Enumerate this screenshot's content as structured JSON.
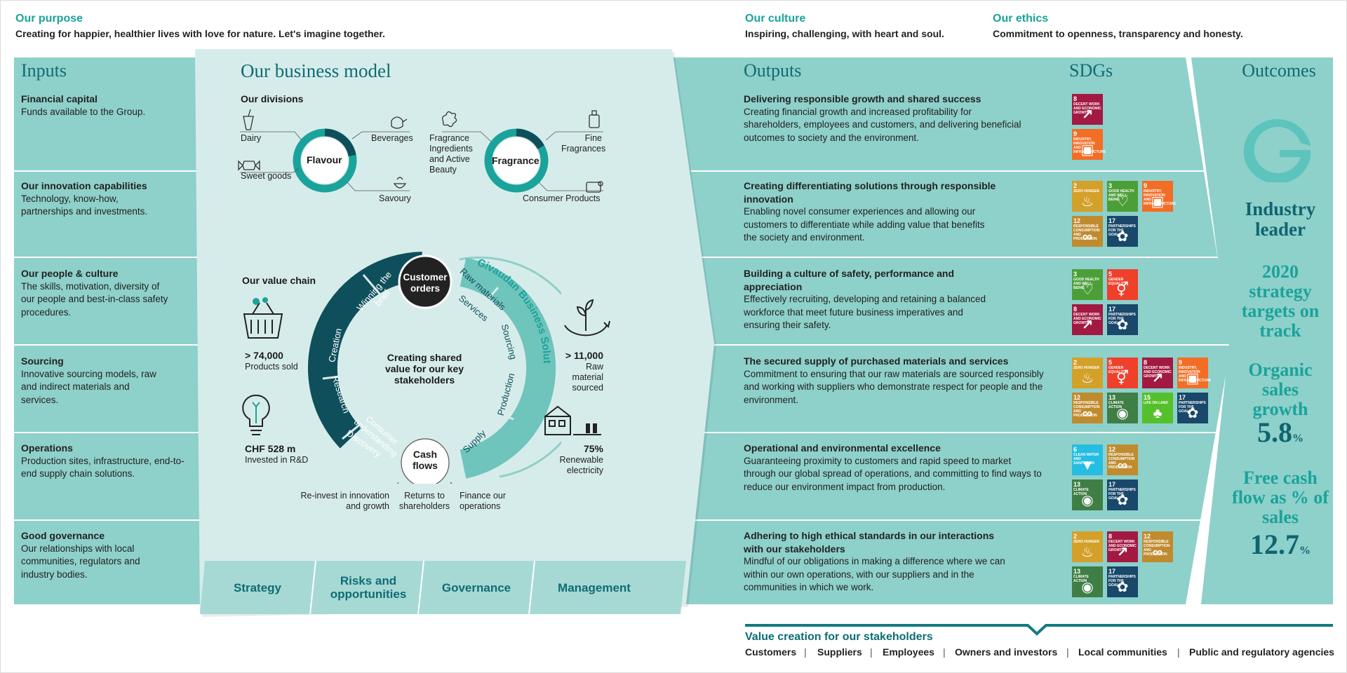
{
  "purpose": {
    "title": "Our purpose",
    "text": "Creating for happier, healthier lives with love for nature. Let's imagine together."
  },
  "culture": {
    "title": "Our culture",
    "text": "Inspiring, challenging, with heart and soul."
  },
  "ethics": {
    "title": "Our ethics",
    "text": "Commitment to openness, transparency and honesty."
  },
  "inputs": {
    "title": "Inputs",
    "items": [
      {
        "title": "Financial capital",
        "text": "Funds available to the Group."
      },
      {
        "title": "Our innovation capabilities",
        "text": "Technology, know-how, partnerships and investments."
      },
      {
        "title": "Our people & culture",
        "text": "The skills, motivation, diversity of our people and best-in-class safety procedures."
      },
      {
        "title": "Sourcing",
        "text": "Innovative sourcing models, raw and indirect materials and services."
      },
      {
        "title": "Operations",
        "text": "Production sites, infrastructure, end-to-end supply chain solutions."
      },
      {
        "title": "Good governance",
        "text": "Our relationships with local communities, regulators and industry bodies."
      }
    ]
  },
  "business_model": {
    "title": "Our business model",
    "divisions_title": "Our divisions",
    "flavour": {
      "label": "Flavour",
      "segments": [
        "Dairy",
        "Beverages",
        "Sweet goods",
        "Savoury"
      ]
    },
    "fragrance": {
      "label": "Fragrance",
      "segments": [
        "Fragrance Ingredients and Active Beauty",
        "Fine Fragrances",
        "Consumer Products"
      ]
    },
    "value_chain_title": "Our value chain",
    "customer_orders": "Customer orders",
    "center_text": "Creating shared value for our key stakeholders",
    "ring_outer": "Givaudan Business Solutions",
    "cycle_dark": [
      "Winning the brief",
      "Creation",
      "Research",
      "Consumer understanding",
      "Discovery"
    ],
    "cycle_light": [
      "Raw materials",
      "Services",
      "Sourcing",
      "Production",
      "Supply"
    ],
    "cash_flows": "Cash flows",
    "cash_uses": [
      "Re-invest in innovation and growth",
      "Returns to shareholders",
      "Finance our operations"
    ],
    "stats": [
      {
        "value": "> 74,000",
        "label": "Products sold"
      },
      {
        "value": "CHF 528 m",
        "label": "Invested in R&D"
      },
      {
        "value": "> 11,000",
        "label": "Raw material sourced"
      },
      {
        "value": "75%",
        "label": "Renewable electricity"
      }
    ],
    "tabs": [
      "Strategy",
      "Risks and opportunities",
      "Governance",
      "Management"
    ]
  },
  "outputs": {
    "title": "Outputs",
    "sdg_title": "SDGs",
    "items": [
      {
        "title": "Delivering responsible growth and shared success",
        "text": "Creating financial growth and increased profitability for shareholders, employees and customers, and delivering beneficial outcomes to society and the environment.",
        "sdgs": [
          8,
          9
        ]
      },
      {
        "title": "Creating differentiating solutions through responsible innovation",
        "text": "Enabling novel consumer experiences and allowing our customers to differentiate while adding value that benefits the society and environment.",
        "sdgs": [
          2,
          3,
          9,
          12,
          17
        ]
      },
      {
        "title": "Building a culture of safety, performance and appreciation",
        "text": "Effectively recruiting, developing and retaining a balanced workforce that meet future business imperatives and ensuring their safety.",
        "sdgs": [
          3,
          5,
          8,
          17
        ]
      },
      {
        "title": "The secured supply of purchased materials and services",
        "text": "Commitment to ensuring that our raw materials are sourced responsibly and working with suppliers who demonstrate respect for people and the environment.",
        "sdgs": [
          2,
          5,
          8,
          9,
          12,
          13,
          15,
          17
        ]
      },
      {
        "title": "Operational and environmental excellence",
        "text": "Guaranteeing proximity to customers and rapid speed to market through our global spread of operations, and committing to find ways to reduce our environment impact from production.",
        "sdgs": [
          6,
          12,
          13,
          17
        ]
      },
      {
        "title": "Adhering to high ethical standards in our interactions with our stakeholders",
        "text": "Mindful of our obligations in making a difference where we can within our own operations, with our suppliers and in the communities in which we work.",
        "sdgs": [
          2,
          8,
          12,
          13,
          17
        ]
      }
    ]
  },
  "sdg_colors": {
    "2": "#d3a029",
    "3": "#4c9f38",
    "5": "#ef402b",
    "6": "#26bde2",
    "8": "#a21942",
    "9": "#f36d25",
    "12": "#bf8b2e",
    "13": "#3f7e44",
    "15": "#56c02b",
    "17": "#19486a"
  },
  "sdg_short": {
    "2": "ZERO HUNGER",
    "3": "GOOD HEALTH AND WELL-BEING",
    "5": "GENDER EQUALITY",
    "6": "CLEAN WATER AND SANITATION",
    "8": "DECENT WORK AND ECONOMIC GROWTH",
    "9": "INDUSTRY, INNOVATION AND INFRASTRUCTURE",
    "12": "RESPONSIBLE CONSUMPTION AND PRODUCTION",
    "13": "CLIMATE ACTION",
    "15": "LIFE ON LAND",
    "17": "PARTNERSHIPS FOR THE GOALS"
  },
  "outcomes": {
    "title": "Outcomes",
    "leader": "Industry leader",
    "strategy": "2020 strategy targets on track",
    "organic_label": "Organic sales growth",
    "organic_value": "5.8",
    "fcf_label": "Free cash flow as % of sales",
    "fcf_value": "12.7",
    "pct": "%"
  },
  "stakeholders": {
    "title": "Value creation for our stakeholders",
    "items": [
      "Customers",
      "Suppliers",
      "Employees",
      "Owners and investors",
      "Local communities",
      "Public and regulatory agencies"
    ]
  }
}
